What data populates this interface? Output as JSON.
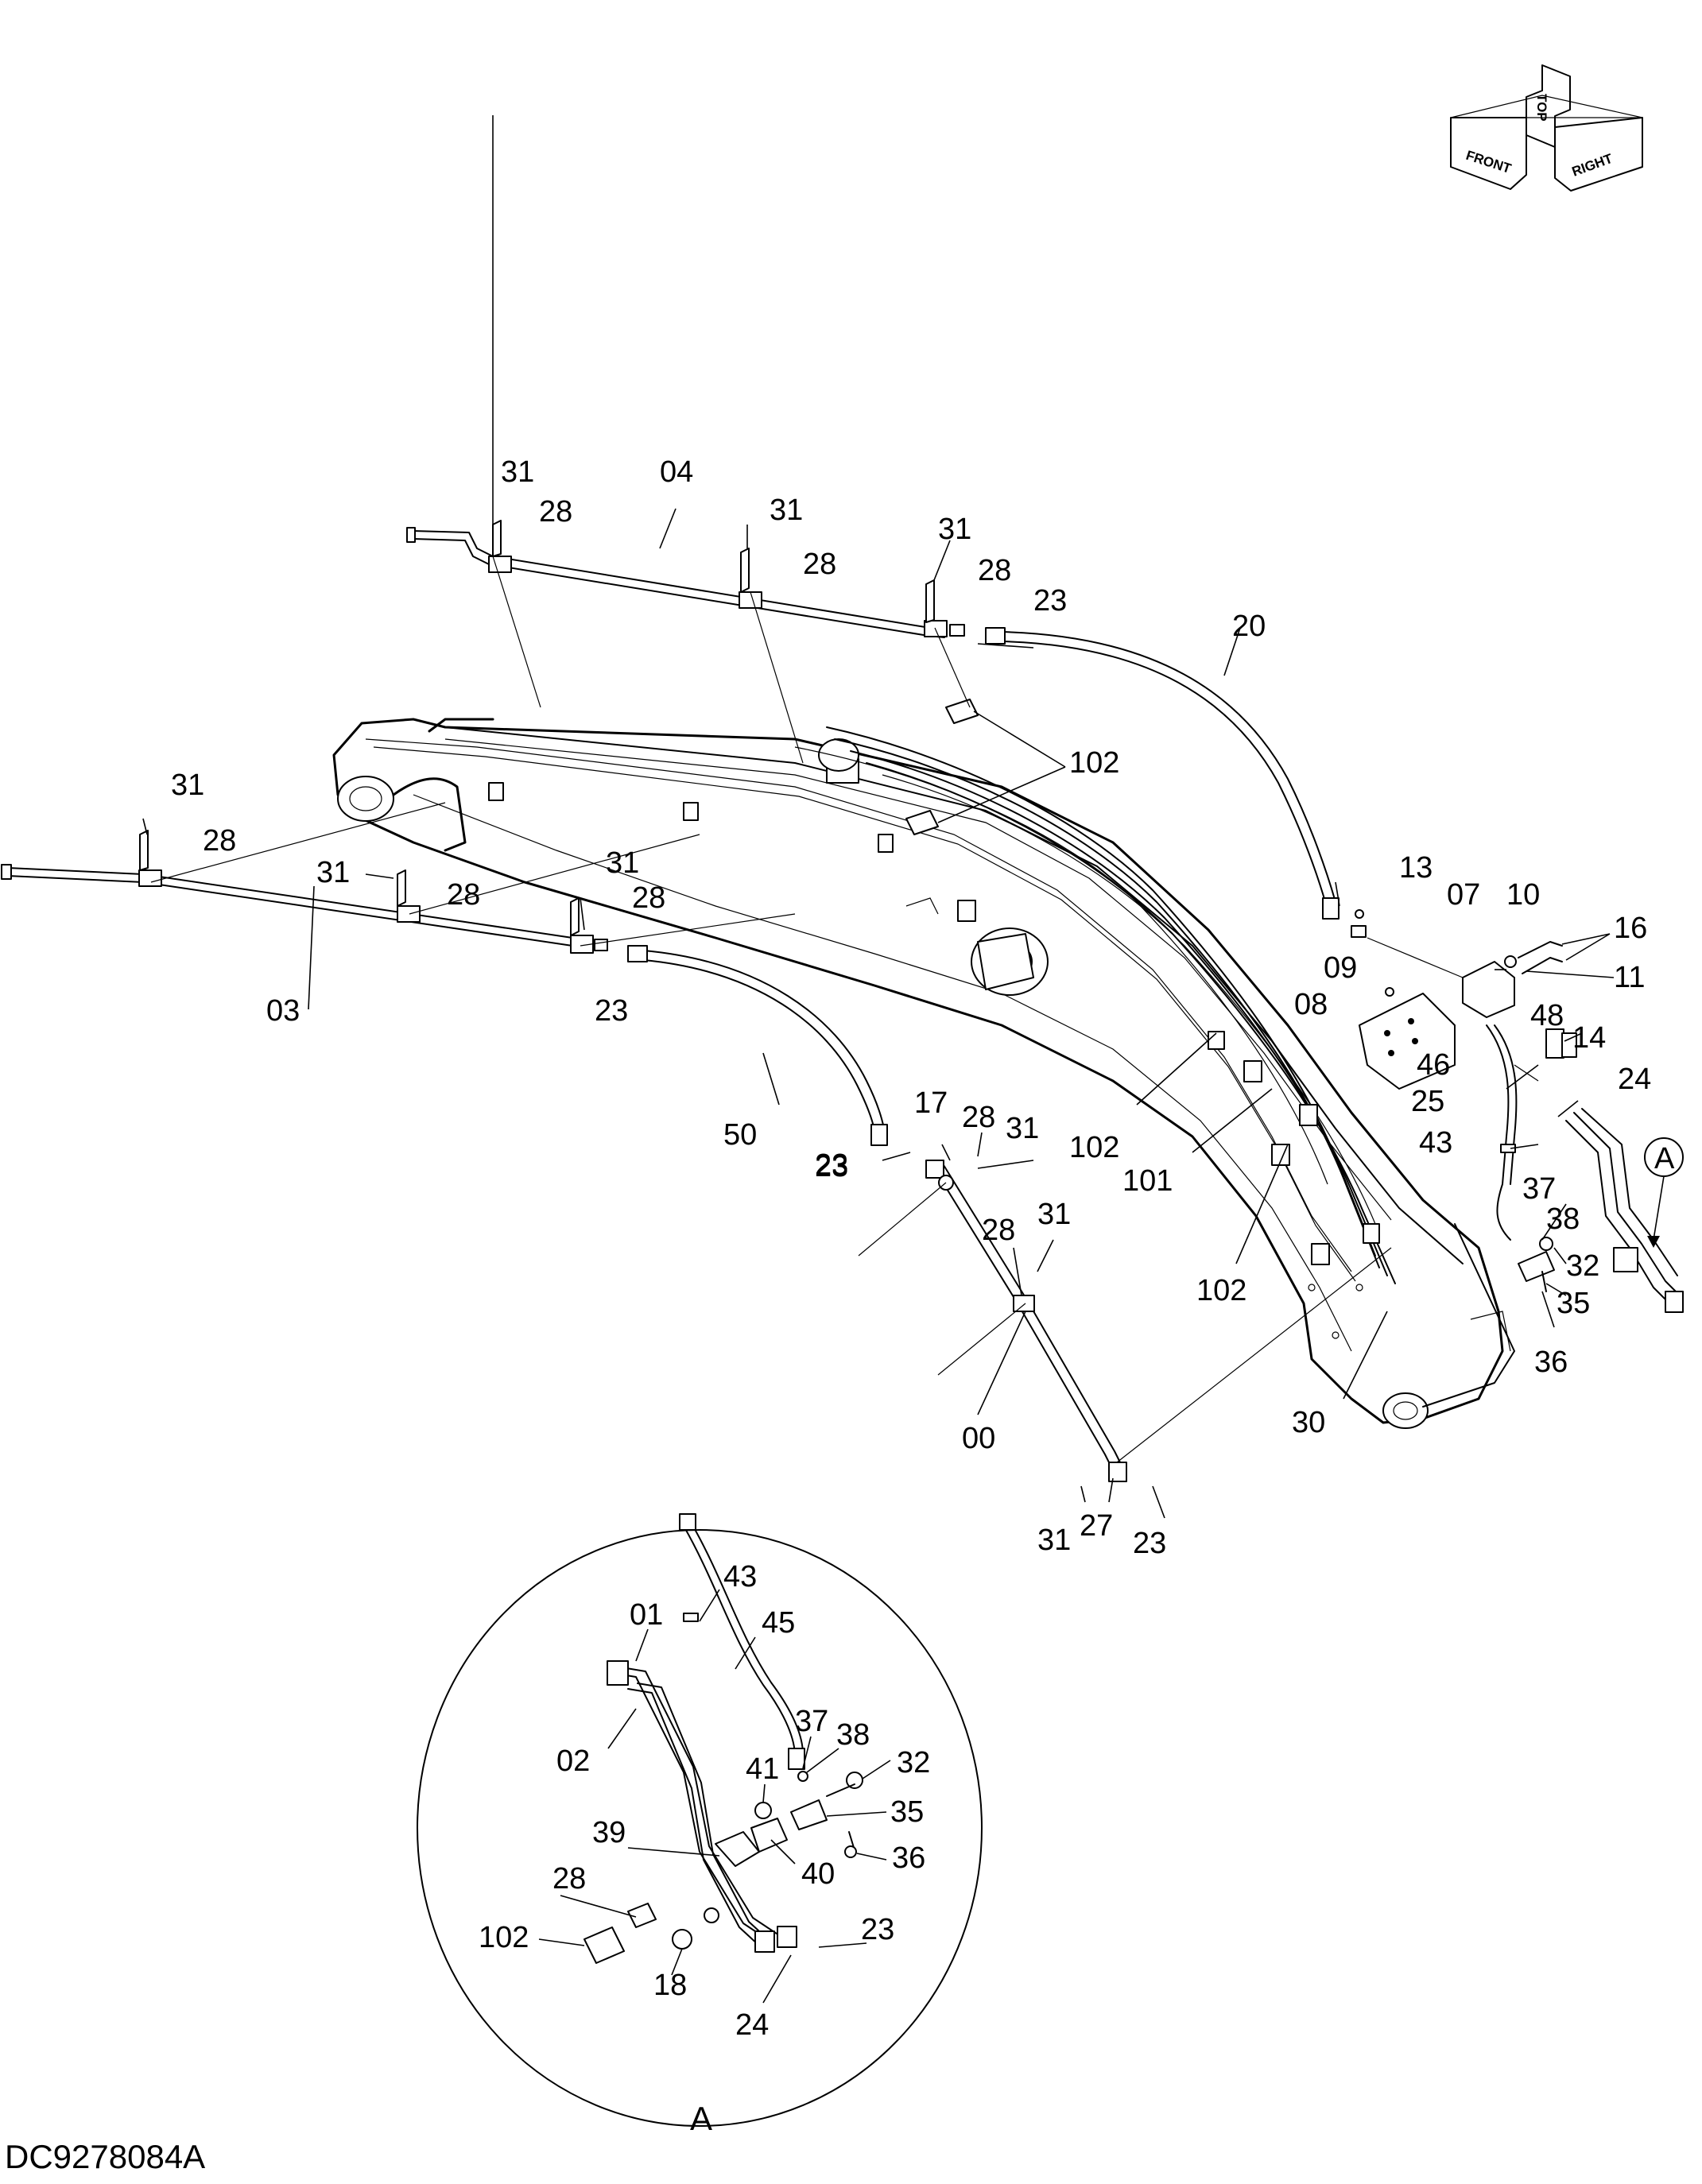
{
  "orientation_indicator": {
    "front": "FRONT",
    "top": "TOP",
    "right": "RIGHT"
  },
  "drawing_code": "DC9278084A",
  "detail_view_letter": "A",
  "main_callouts": [
    "31",
    "04",
    "28",
    "31",
    "28",
    "31",
    "28",
    "23",
    "20",
    "102",
    "31",
    "28",
    "31",
    "31",
    "28",
    "28",
    "23",
    "03",
    "50",
    "23",
    "13",
    "07",
    "10",
    "16",
    "11",
    "09",
    "08",
    "48",
    "14",
    "46",
    "24",
    "25",
    "43",
    "37",
    "38",
    "32",
    "35",
    "36",
    "17",
    "28",
    "31",
    "23",
    "102",
    "101",
    "28",
    "31",
    "102",
    "00",
    "30",
    "31",
    "27",
    "23"
  ],
  "detail_callouts": [
    "43",
    "01",
    "45",
    "37",
    "38",
    "02",
    "32",
    "41",
    "35",
    "39",
    "36",
    "40",
    "28",
    "23",
    "102",
    "18",
    "24"
  ]
}
